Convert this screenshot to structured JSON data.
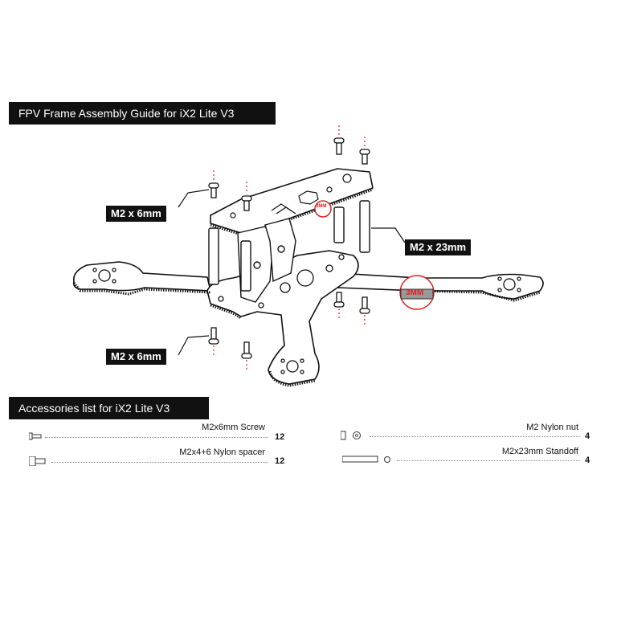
{
  "title": "FPV Frame Assembly Guide for iX2 Lite V3",
  "callouts": {
    "top_left_screw": "M2 x 6mm",
    "bottom_left_screw": "M2 x 6mm",
    "standoff": "M2 x 23mm",
    "thickness_top": "3MM",
    "thickness_arm": "3MM"
  },
  "accessories": {
    "heading": "Accessories list for iX2 Lite V3",
    "items": [
      {
        "name": "M2x6mm Screw",
        "qty": "12",
        "icon": "screw-icon"
      },
      {
        "name": "M2x4+6 Nylon spacer",
        "qty": "12",
        "icon": "spacer-icon"
      },
      {
        "name": "M2 Nylon nut",
        "qty": "4",
        "icon": "nut-icon"
      },
      {
        "name": "M2x23mm Standoff",
        "qty": "4",
        "icon": "standoff-icon"
      }
    ]
  }
}
